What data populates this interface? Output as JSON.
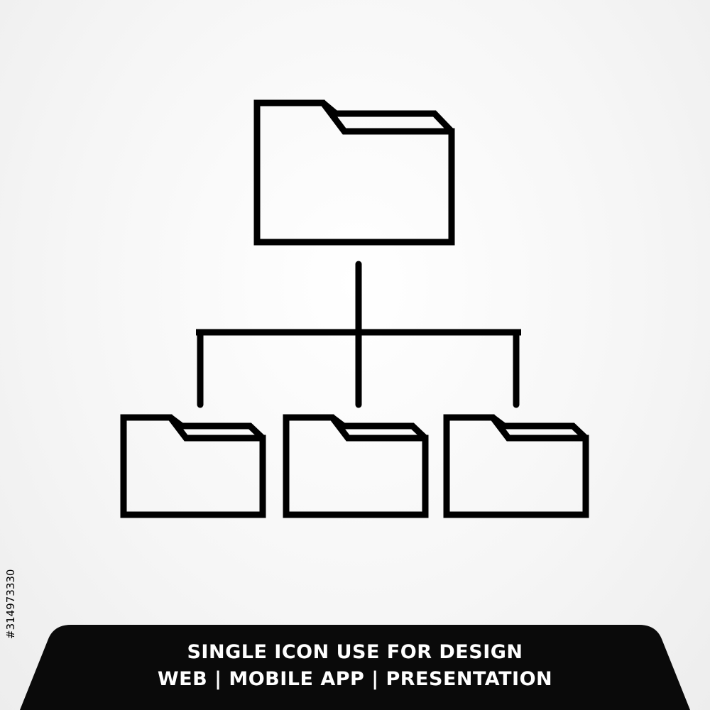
{
  "icon": {
    "name": "folder-hierarchy-icon",
    "stroke_color": "#000000"
  },
  "banner": {
    "line1": "SINGLE ICON USE FOR DESIGN",
    "line2": "WEB | MOBILE APP | PRESENTATION",
    "background_color": "#0a0a0a",
    "text_color": "#ffffff"
  },
  "watermark": {
    "stock_id": "#314973330"
  }
}
